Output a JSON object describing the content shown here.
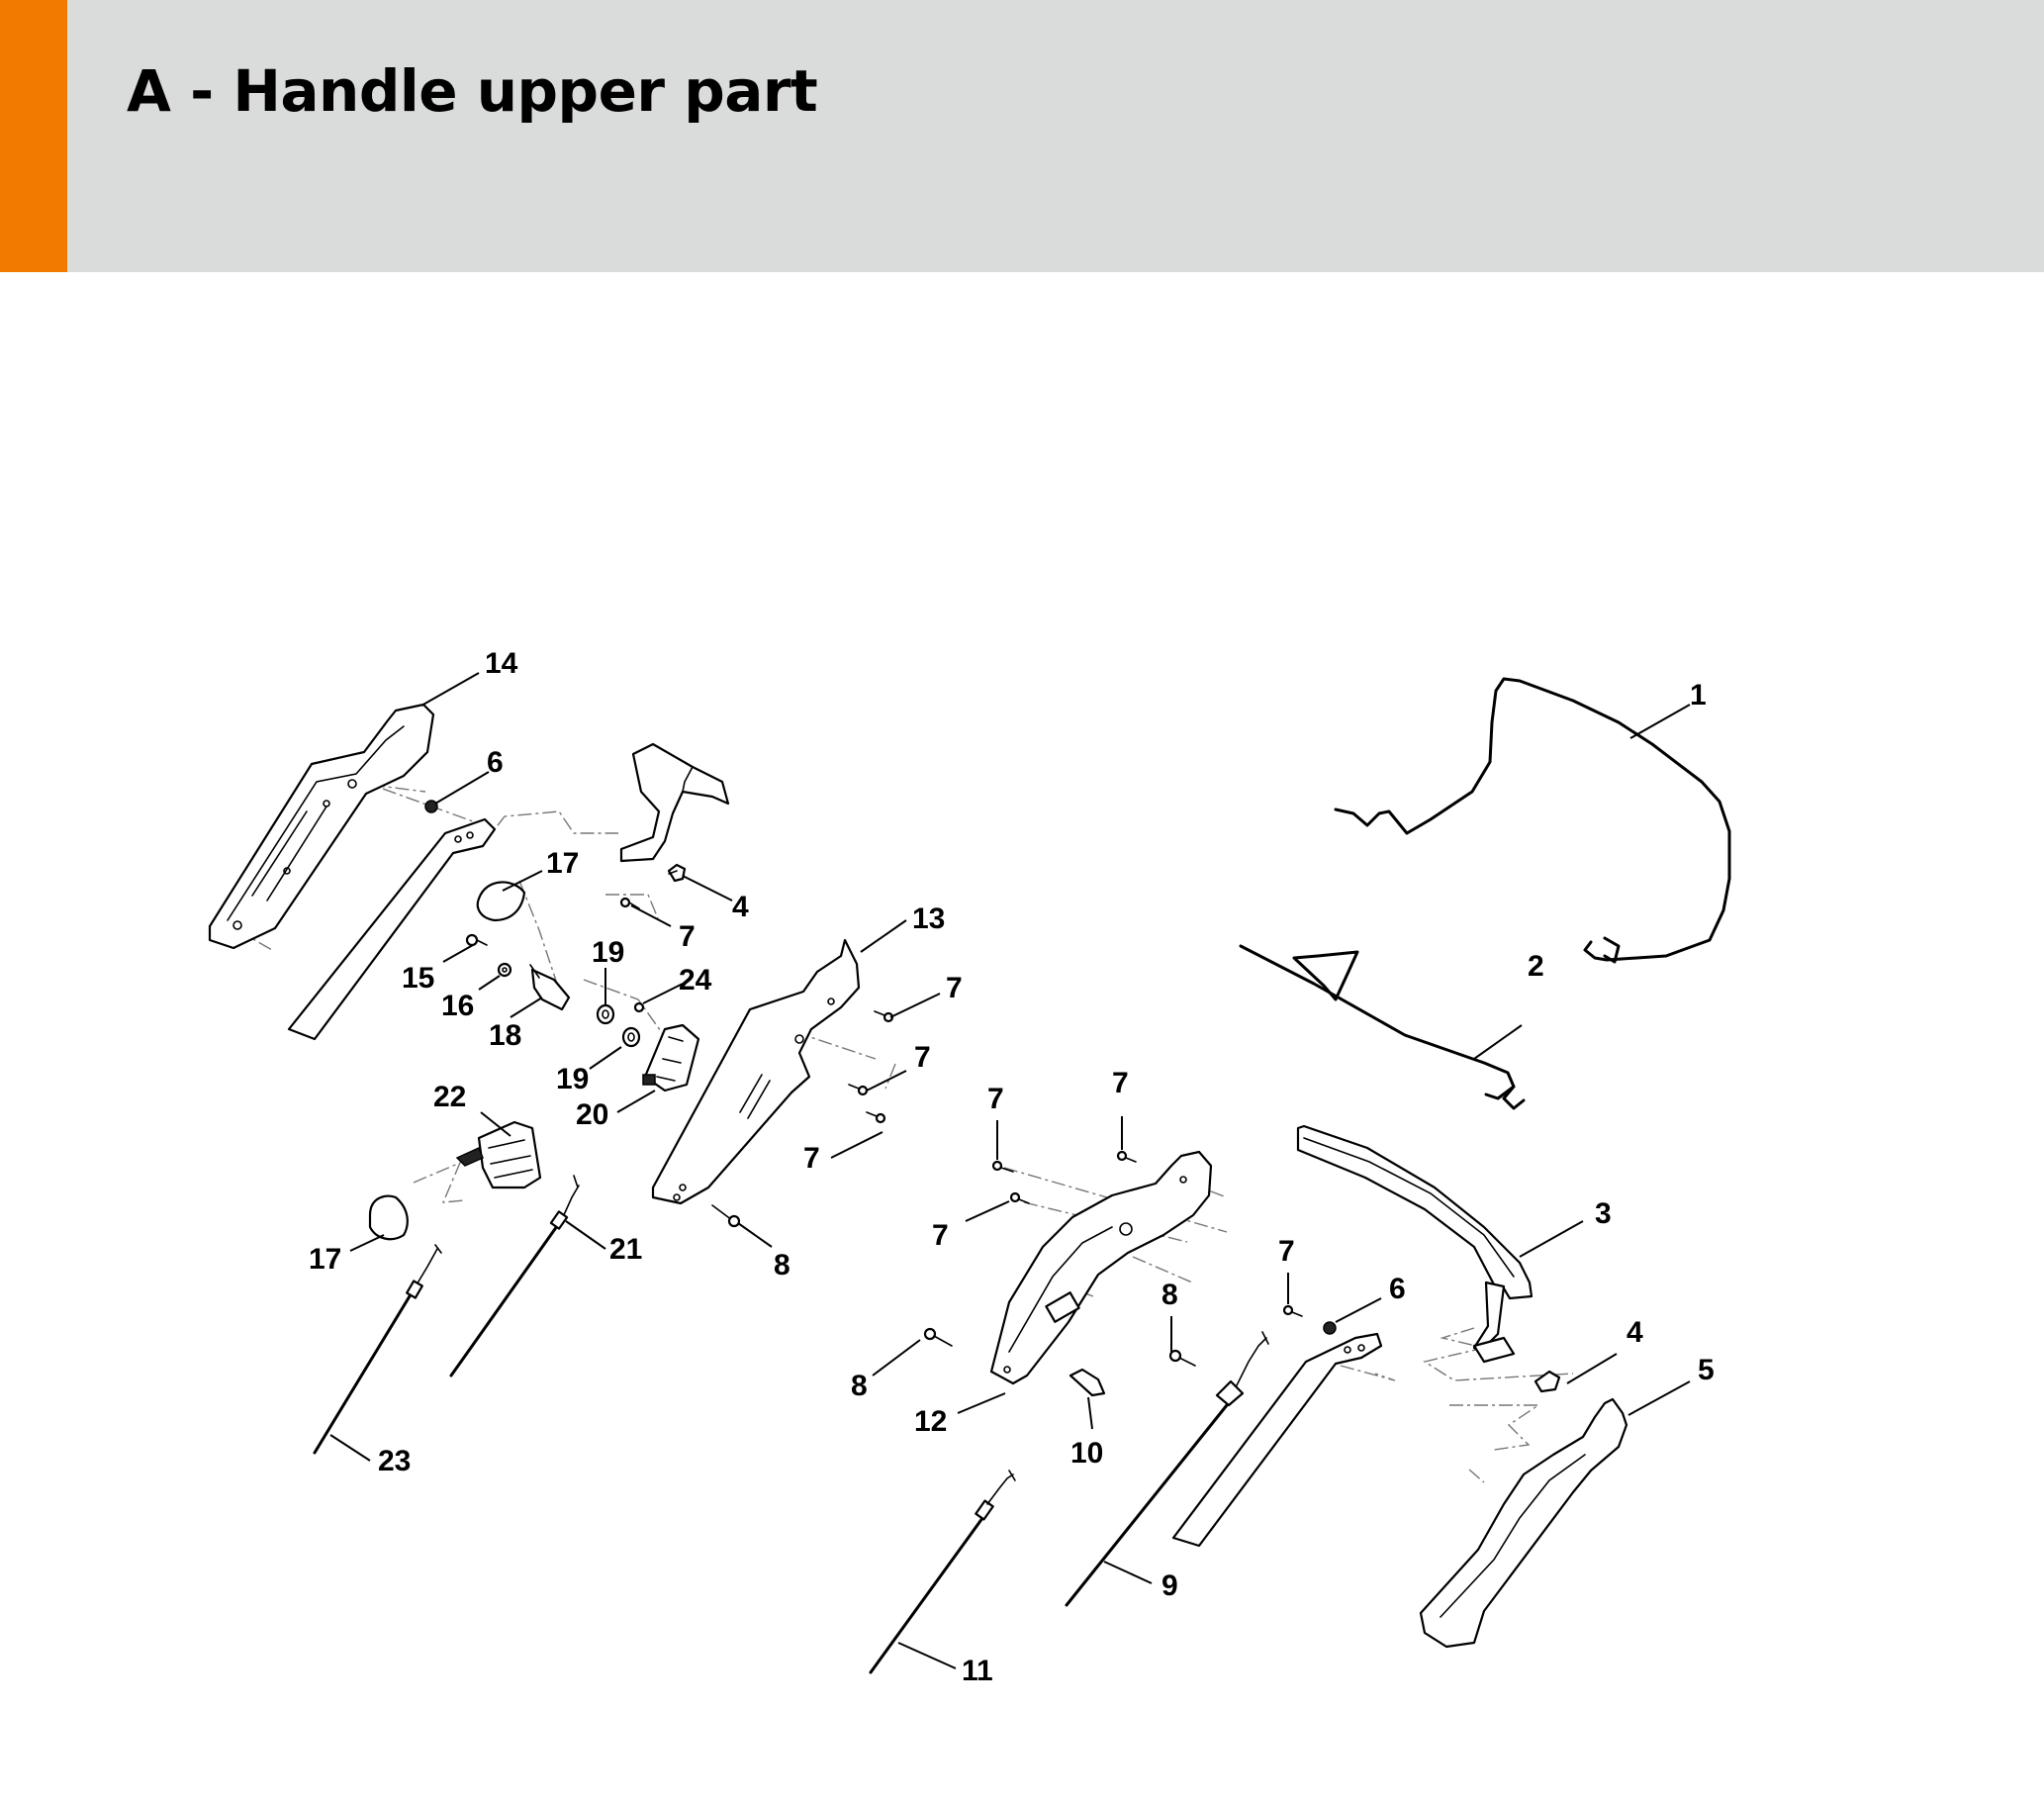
{
  "header": {
    "title": "A - Handle upper part",
    "band_color": "#dadcdb",
    "accent_color": "#f37a00"
  },
  "callouts": {
    "c14": "14",
    "c6a": "6",
    "c17a": "17",
    "c4a": "4",
    "c7a": "7",
    "c15": "15",
    "c16": "16",
    "c18": "18",
    "c19a": "19",
    "c24": "24",
    "c19b": "19",
    "c20": "20",
    "c13": "13",
    "c7b": "7",
    "c7c": "7",
    "c7d": "7",
    "c22": "22",
    "c17b": "17",
    "c21": "21",
    "c8a": "8",
    "c23": "23",
    "c1": "1",
    "c2": "2",
    "c7e": "7",
    "c7f": "7",
    "c7g": "7",
    "c3": "3",
    "c7h": "7",
    "c6b": "6",
    "c8b": "8",
    "c8c": "8",
    "c4b": "4",
    "c5": "5",
    "c12": "12",
    "c10": "10",
    "c9": "9",
    "c11": "11"
  }
}
